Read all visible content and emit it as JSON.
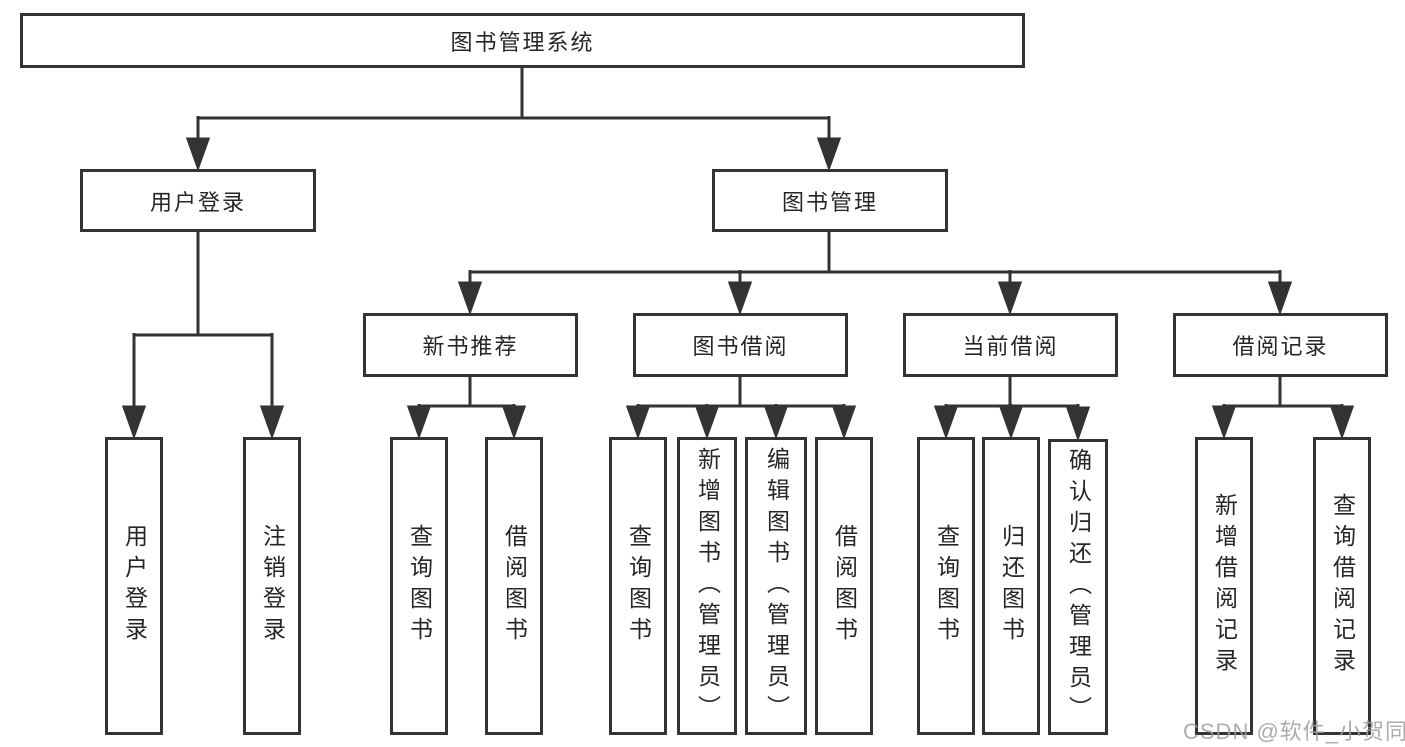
{
  "diagram": {
    "type": "tree",
    "root": {
      "label": "图书管理系统"
    },
    "branches": [
      {
        "label": "用户登录",
        "children": [
          {
            "label": "用户登录"
          },
          {
            "label": "注销登录"
          }
        ]
      },
      {
        "label": "图书管理",
        "children": [
          {
            "label": "新书推荐",
            "children": [
              {
                "label": "查询图书"
              },
              {
                "label": "借阅图书"
              }
            ]
          },
          {
            "label": "图书借阅",
            "children": [
              {
                "label": "查询图书"
              },
              {
                "label": "新增图书（管理员）"
              },
              {
                "label": "编辑图书（管理员）"
              },
              {
                "label": "借阅图书"
              }
            ]
          },
          {
            "label": "当前借阅",
            "children": [
              {
                "label": "查询图书"
              },
              {
                "label": "归还图书"
              },
              {
                "label": "确认归还（管理员）"
              }
            ]
          },
          {
            "label": "借阅记录",
            "children": [
              {
                "label": "新增借阅记录"
              },
              {
                "label": "查询借阅记录"
              }
            ]
          }
        ]
      }
    ]
  },
  "colors": {
    "background": "#ffffff",
    "line": "#333333",
    "box_border": "#333333",
    "box_fill": "#ffffff",
    "text": "#262626",
    "watermark": "#9e9e9e"
  },
  "watermark": {
    "text": "CSDN @软件_小贺同学"
  }
}
